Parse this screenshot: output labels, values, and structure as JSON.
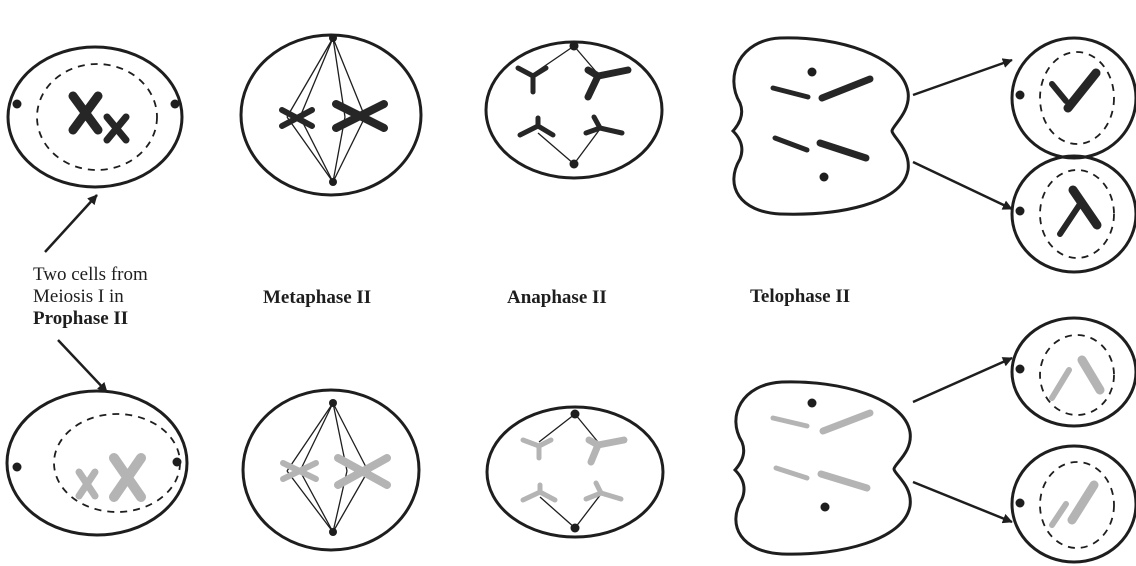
{
  "labels": {
    "prophase_line1": "Two cells from",
    "prophase_line2": "Meiosis I in",
    "prophase_line3": "Prophase II",
    "metaphase": "Metaphase II",
    "anaphase": "Anaphase II",
    "telophase": "Telophase II"
  },
  "colors": {
    "outline": "#1e1e1e",
    "chromosome_dark": "#262626",
    "chromosome_light": "#b4b4b4"
  }
}
